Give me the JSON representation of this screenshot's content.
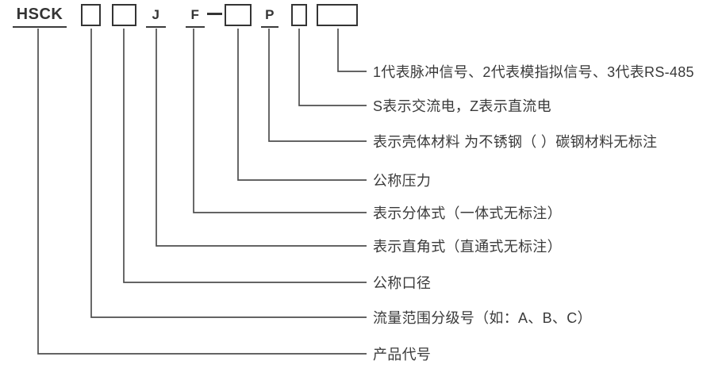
{
  "model_code": {
    "prefix": "HSCK",
    "letter_j": "J",
    "letter_f": "F",
    "separator": "—",
    "letter_p": "P"
  },
  "labels": [
    {
      "text": "1代表脉冲信号、2代表模指拟信号、3代表RS-485"
    },
    {
      "text": "S表示交流电，Z表示直流电"
    },
    {
      "text": "表示壳体材料 为不锈钢（ ）碳钢材料无标注"
    },
    {
      "text": "公称压力"
    },
    {
      "text": "表示分体式（一体式无标注）"
    },
    {
      "text": "表示直角式（直通式无标注）"
    },
    {
      "text": "公称口径"
    },
    {
      "text": "流量范围分级号（如：A、B、C）"
    },
    {
      "text": "产品代号"
    }
  ],
  "colors": {
    "ink": "#343434",
    "line": "#4f4f4f",
    "background": "#ffffff"
  }
}
